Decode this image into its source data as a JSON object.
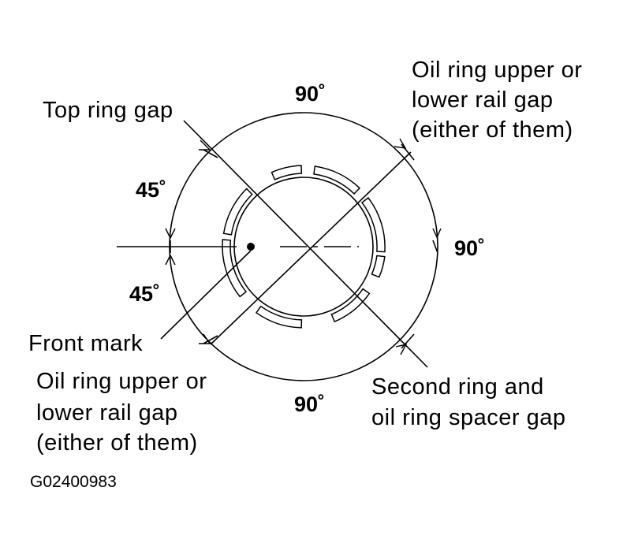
{
  "labels": {
    "top_ring_gap": "Top ring gap",
    "oil_ring_top": [
      "Oil ring upper or",
      "lower rail gap",
      "(either of them)"
    ],
    "oil_ring_bottom": [
      "Oil ring upper or",
      "lower rail gap",
      "(either of them)"
    ],
    "front_mark": "Front mark",
    "second_ring": [
      "Second ring and",
      "oil ring spacer gap"
    ]
  },
  "angles": {
    "top": "90˚",
    "right": "90˚",
    "bottom": "90˚",
    "left_upper": "45˚",
    "left_lower": "45˚"
  },
  "figure_code": "G02400983"
}
